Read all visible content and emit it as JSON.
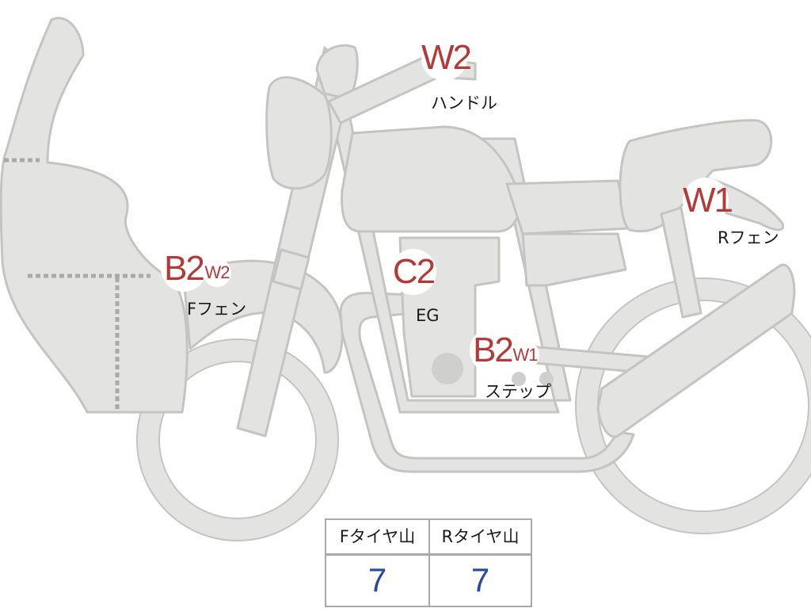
{
  "markers": [
    {
      "id": "handle",
      "codes": [
        "W2"
      ],
      "label": "ハンドル"
    },
    {
      "id": "rear-fender",
      "codes": [
        "W1"
      ],
      "label": "Rフェン"
    },
    {
      "id": "front-fender",
      "codes": [
        "B2",
        "W2"
      ],
      "label": "Fフェン"
    },
    {
      "id": "engine",
      "codes": [
        "C2"
      ],
      "label": "EG"
    },
    {
      "id": "step",
      "codes": [
        "B2",
        "W1"
      ],
      "label": "ステップ"
    }
  ],
  "tread_table": {
    "front_header": "Fタイヤ山",
    "rear_header": "Rタイヤ山",
    "front_value": "7",
    "rear_value": "7"
  },
  "colors": {
    "body_fill": "#e3e3e1",
    "body_stroke": "#c4c4c2",
    "damage_code": "#b43a3a",
    "tread_value": "#2a4a9a"
  }
}
